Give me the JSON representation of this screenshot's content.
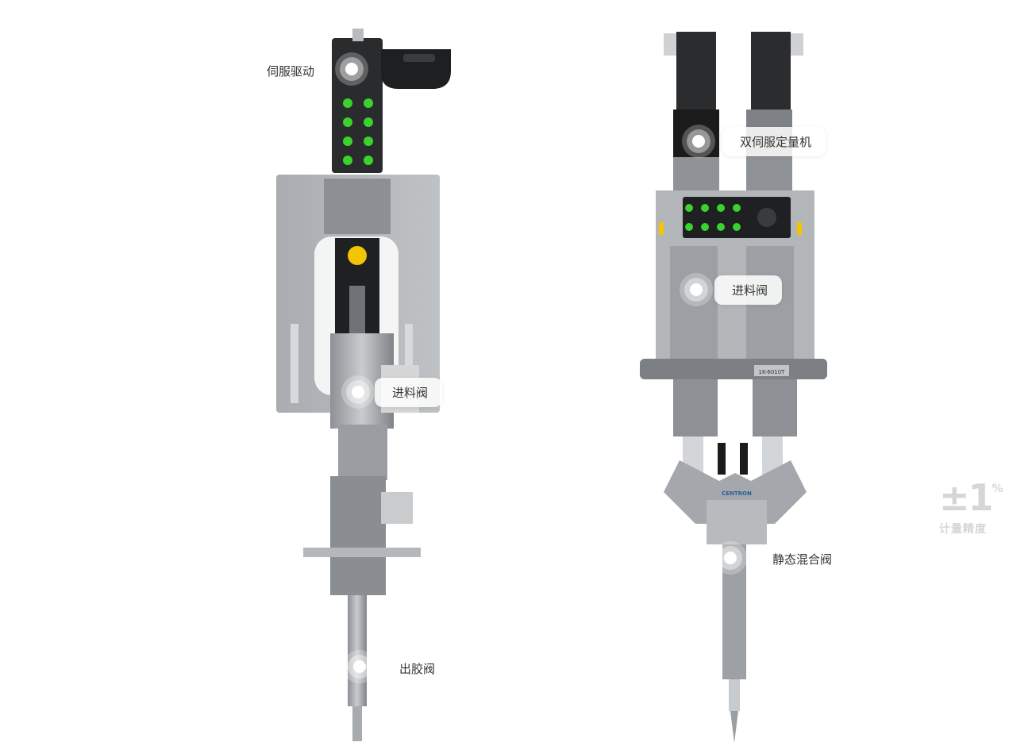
{
  "machine_left": {
    "labels": {
      "servo_drive": "伺服驱动",
      "feed_valve": "进料阀",
      "dispense_valve": "出胶阀"
    }
  },
  "machine_right": {
    "labels": {
      "dual_servo_meter": "双伺服定量机",
      "feed_valve": "进料阀",
      "static_mix_valve": "静态混合阀"
    },
    "brand_mark": "CENTRON",
    "model_plate": "1K-6010T"
  },
  "stat": {
    "value": "±1",
    "unit": "%",
    "caption": "计量精度"
  },
  "colors": {
    "steel_light": "#b9bcbf",
    "steel_mid": "#8e9296",
    "steel_dark": "#5d6166",
    "black": "#1b1b1c",
    "led_green": "#3bd22d",
    "yellow": "#f2c500"
  }
}
